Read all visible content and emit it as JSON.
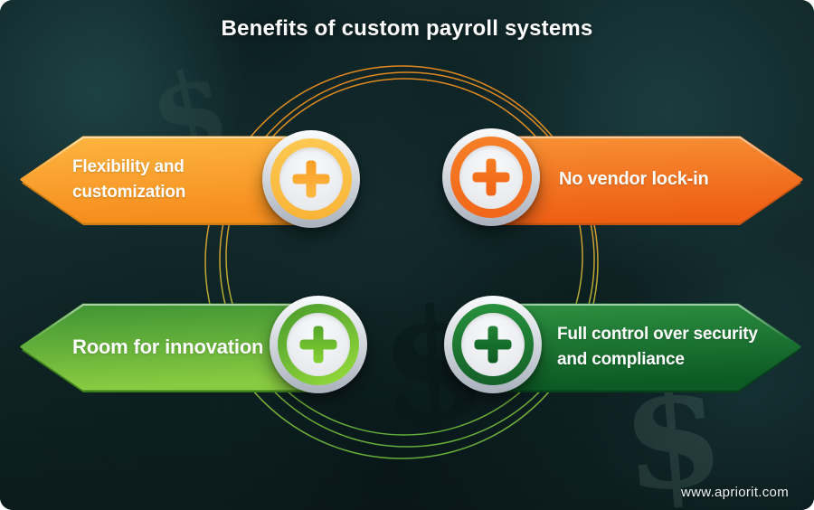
{
  "title": "Benefits of custom payroll systems",
  "website": "www.apriorit.com",
  "watermarks": {
    "symbol": "$"
  },
  "banners": [
    {
      "id": "flexibility-and-customization",
      "label": "Flexibility and customization",
      "lines": [
        "Flexibility and",
        "customization"
      ],
      "direction": "left",
      "icon": "plus-icon",
      "accent": "#F9A52C"
    },
    {
      "id": "no-vendor-lock-in",
      "label": "No vendor lock-in",
      "lines": [
        "No vendor lock-in"
      ],
      "direction": "right",
      "icon": "plus-icon",
      "accent": "#F4711C"
    },
    {
      "id": "room-for-innovation",
      "label": "Room for innovation",
      "lines": [
        "Room for innovation"
      ],
      "direction": "left",
      "icon": "plus-icon",
      "accent": "#6DBE3B"
    },
    {
      "id": "full-control-over-security-and-compliance",
      "label": "Full control over security and compliance",
      "lines": [
        "Full control over security",
        "and compliance"
      ],
      "direction": "right",
      "icon": "plus-icon",
      "accent": "#1E7E33"
    }
  ],
  "colors": {
    "background": "#132B2D",
    "title_text": "#FFFFFF",
    "banner_text": "#FFFFFF",
    "amber_banner_gradient": [
      "#FDB540",
      "#F68E1E"
    ],
    "orange_banner_gradient": [
      "#F89134",
      "#EE5F15"
    ],
    "green_banner_gradient": [
      "#3E9434",
      "#88CA41"
    ],
    "dark_green_banner_gradient": [
      "#2E9040",
      "#0C5A24"
    ],
    "badge_silver": [
      "#FAFBFC",
      "#A9B1BD"
    ],
    "ring_gradient": [
      "#F8941D",
      "#6CBE3C"
    ]
  }
}
